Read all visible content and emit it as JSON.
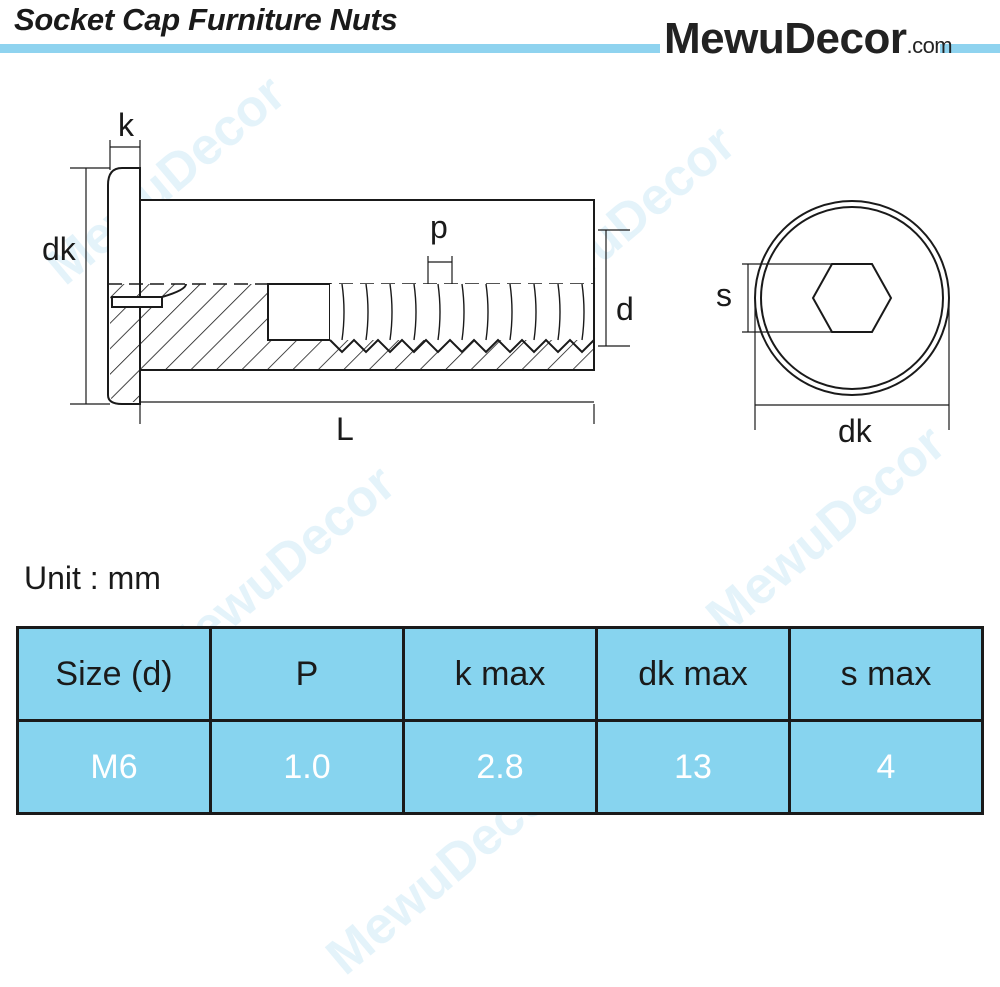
{
  "title": "Socket Cap Furniture Nuts",
  "brand": {
    "name": "MewuDecor",
    "suffix": ".com"
  },
  "watermark_text": "MewuDecor",
  "diagram_labels": {
    "k": "k",
    "dk": "dk",
    "p": "p",
    "d": "d",
    "L": "L",
    "s": "s",
    "dk_end": "dk"
  },
  "unit_label": "Unit : mm",
  "table": {
    "headers": [
      "Size (d)",
      "P",
      "k max",
      "dk max",
      "s max"
    ],
    "rows": [
      [
        "M6",
        "1.0",
        "2.8",
        "13",
        "4"
      ]
    ]
  },
  "colors": {
    "table_fill": "#87d4ef",
    "title_rule": "#8fd3ef",
    "watermark": "#cfeaf7"
  }
}
